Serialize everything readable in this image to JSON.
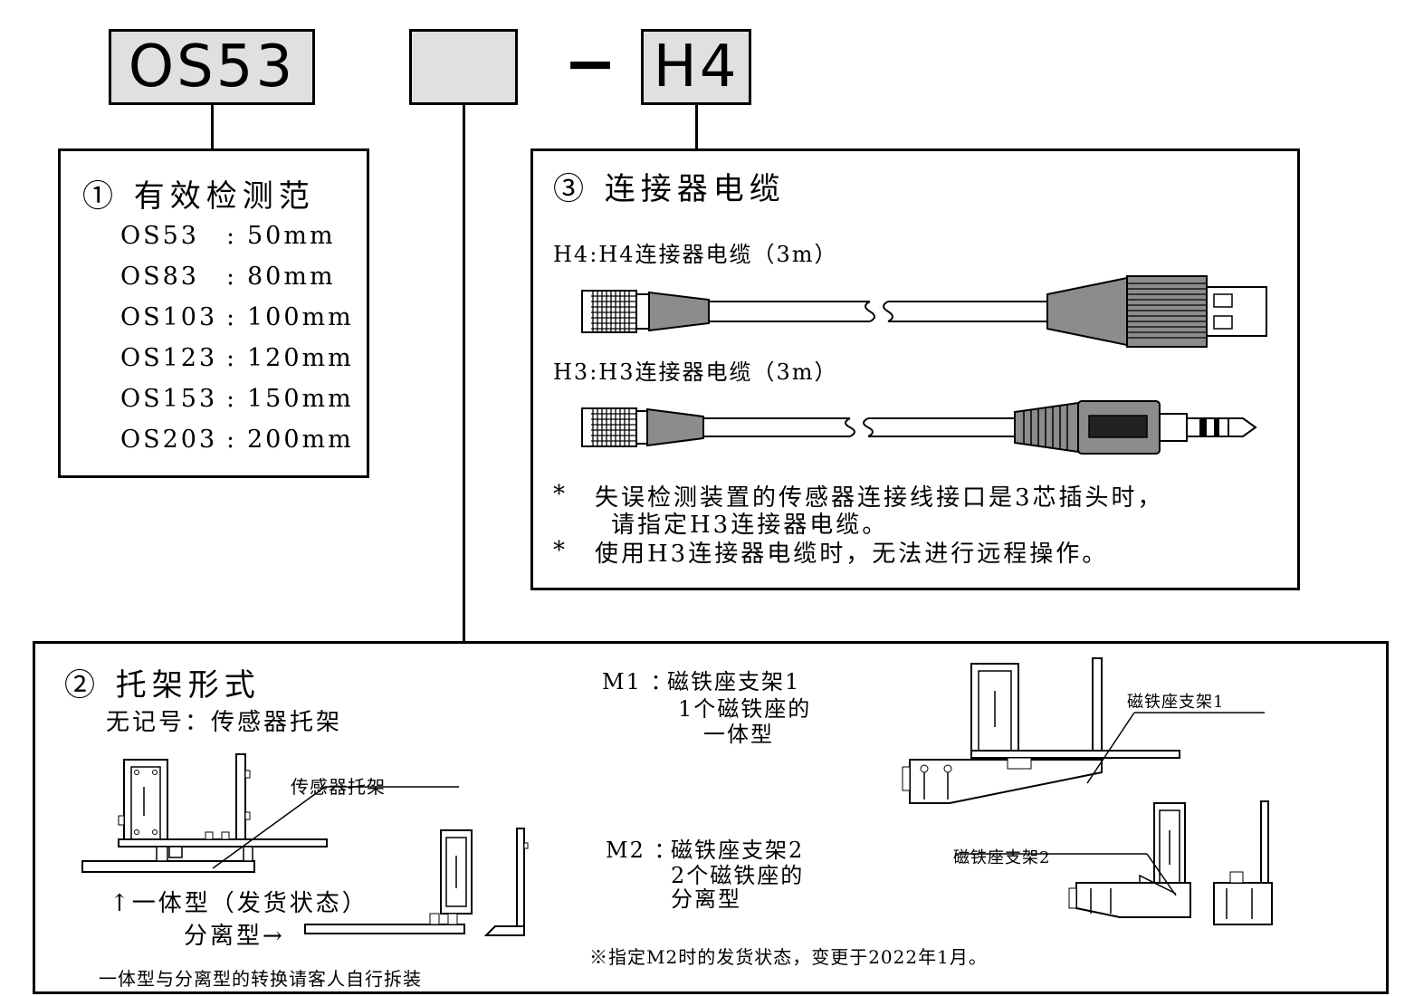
{
  "code": {
    "box1": "OS53",
    "box2": "",
    "dash": "−",
    "box3": "H4"
  },
  "range": {
    "title": "① 有效检测范",
    "items": [
      {
        "model": "OS53",
        "sep": ":",
        "value": "50mm"
      },
      {
        "model": "OS83",
        "sep": ":",
        "value": "80mm"
      },
      {
        "model": "OS103",
        "sep": ":",
        "value": "100mm"
      },
      {
        "model": "OS123",
        "sep": ":",
        "value": "120mm"
      },
      {
        "model": "OS153",
        "sep": ":",
        "value": "150mm"
      },
      {
        "model": "OS203",
        "sep": ":",
        "value": "200mm"
      }
    ]
  },
  "cable": {
    "title": "③  连接器电缆",
    "h4_label": "H4:H4连接器电缆（3m）",
    "h3_label": "H3:H3连接器电缆（3m）",
    "note1_mark": "*",
    "note1_line1": "失误检测装置的传感器连接线接口是3芯插头时，",
    "note1_line2": "请指定H3连接器电缆。",
    "note2_mark": "*",
    "note2_text": "使用H3连接器电缆时，无法进行远程操作。"
  },
  "bracket": {
    "title": "② 托架形式",
    "none_label": "无记号：传感器托架",
    "sensor_bracket_callout": "传感器托架",
    "integrated_label": "↑一体型（发货状态）",
    "separated_label": "分离型→",
    "convert_note": "一体型与分离型的转换请客人自行拆装",
    "m1_code": "M1 ：",
    "m1_line1": "磁铁座支架1",
    "m1_line2": "1个磁铁座的",
    "m1_line3": "一体型",
    "m1_callout": "磁铁座支架1",
    "m2_code": "M2 ：",
    "m2_line1": "磁铁座支架2",
    "m2_line2": "2个磁铁座的",
    "m2_line3": "分离型",
    "m2_callout": "磁铁座支架2",
    "m2_note": "※指定M2时的发货状态，变更于2022年1月。"
  },
  "colors": {
    "box_fill": "#e0e0e0",
    "connector_gray": "#8c8c8c",
    "line": "#000000"
  }
}
